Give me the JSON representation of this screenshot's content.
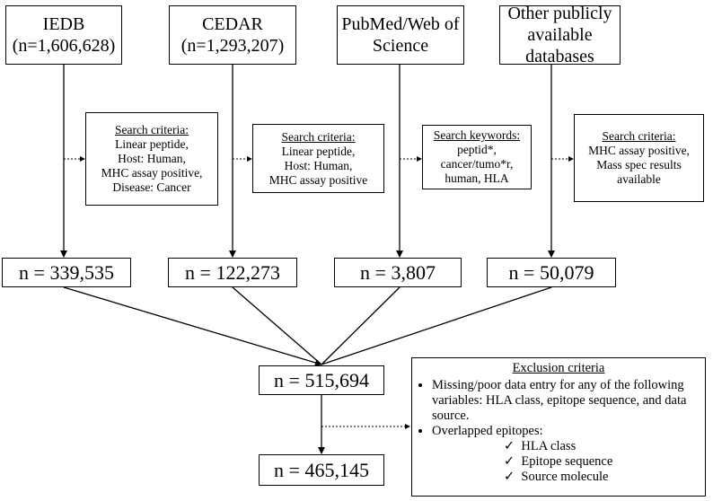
{
  "sources": [
    {
      "name": "IEDB",
      "count": "(n=1,606,628)"
    },
    {
      "name": "CEDAR",
      "count": "(n=1,293,207)"
    },
    {
      "name": "PubMed/Web of",
      "name2": "Science"
    },
    {
      "name": "Other publicly",
      "name2": "available databases"
    }
  ],
  "criteria": [
    {
      "title": "Search criteria:",
      "lines": [
        "Linear peptide,",
        "Host: Human,",
        "MHC assay positive,",
        "Disease: Cancer"
      ]
    },
    {
      "title": "Search criteria:",
      "lines": [
        "Linear peptide,",
        "Host: Human,",
        "MHC assay positive"
      ]
    },
    {
      "title": "Search keywords:",
      "lines": [
        "peptid*,",
        "cancer/tumo*r,",
        "human, HLA"
      ]
    },
    {
      "title": "Search criteria:",
      "lines": [
        "MHC assay positive,",
        "Mass spec results",
        "available"
      ]
    }
  ],
  "filtered_counts": [
    "n = 339,535",
    "n = 122,273",
    "n = 3,807",
    "n = 50,079"
  ],
  "merged_count": "n = 515,694",
  "final_count": "n = 465,145",
  "exclusion": {
    "title": "Exclusion criteria",
    "bullet1": "Missing/poor data entry for any of the following variables: HLA class, epitope sequence, and data source.",
    "bullet2": "Overlapped epitopes:",
    "subitems": [
      "HLA class",
      "Epitope sequence",
      "Source molecule"
    ]
  }
}
